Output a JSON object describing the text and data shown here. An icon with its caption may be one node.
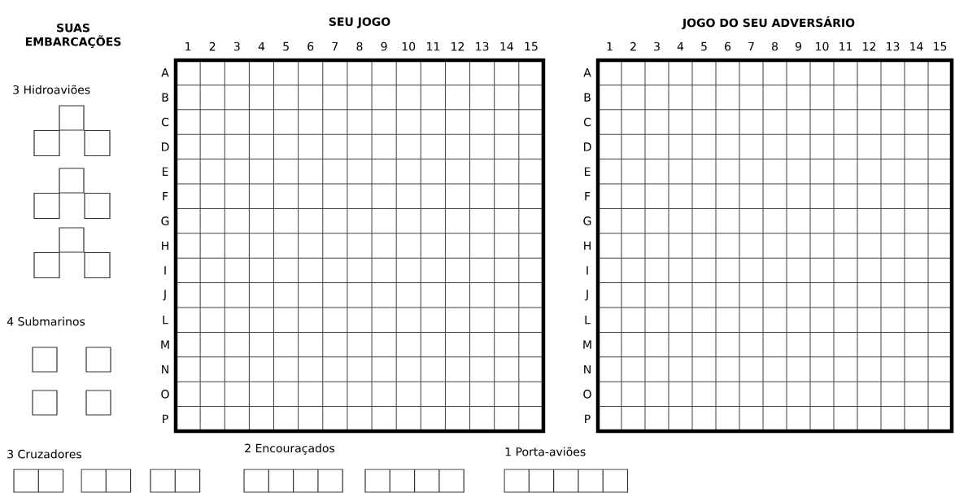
{
  "diagram": {
    "labels": [
      "SUAS EMBARCAÇÕES",
      "SEU JOGO",
      "JOGO DO SEU ADVERSÁRIO",
      "1",
      "2",
      "3",
      "4",
      "5",
      "6",
      "7",
      "8",
      "9",
      "10",
      "11",
      "12",
      "13",
      "14",
      "15",
      "1",
      "2",
      "3",
      "4",
      "5",
      "6",
      "7",
      "8",
      "9",
      "10",
      "11",
      "12",
      "13",
      "14",
      "15",
      "A",
      "B",
      "C",
      "D",
      "E",
      "F",
      "G",
      "H",
      "I",
      "J",
      "L",
      "M",
      "N",
      "O",
      "P",
      "A",
      "B",
      "C",
      "D",
      "E",
      "F",
      "G",
      "H",
      "I",
      "J",
      "L",
      "M",
      "N",
      "O",
      "P",
      "3 Hidroaviões",
      "4 Submarinos",
      "3 Cruzadores",
      "2 Encouraçados",
      "1 Porta-aviões"
    ]
  }
}
